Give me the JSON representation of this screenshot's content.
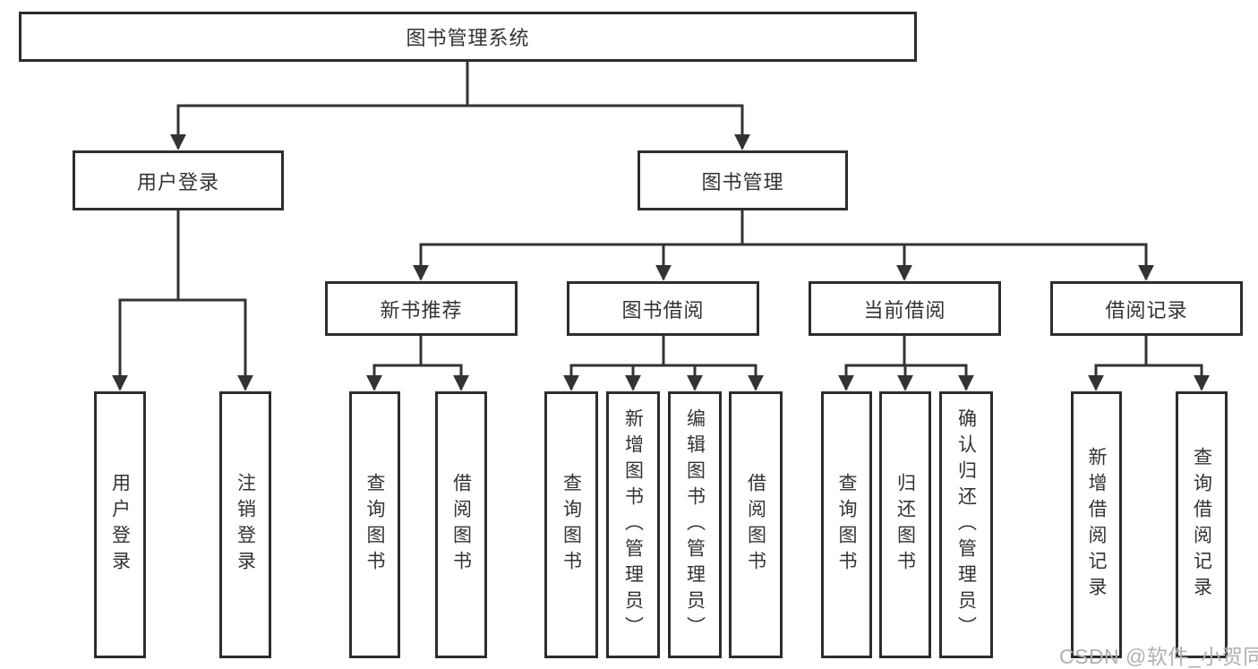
{
  "diagram": {
    "root": {
      "label": "图书管理系统"
    },
    "branches": [
      {
        "label": "用户登录",
        "leaves": [
          {
            "label": "用户登录"
          },
          {
            "label": "注销登录"
          }
        ]
      },
      {
        "label": "图书管理",
        "groups": [
          {
            "label": "新书推荐",
            "leaves": [
              {
                "label": "查询图书"
              },
              {
                "label": "借阅图书"
              }
            ]
          },
          {
            "label": "图书借阅",
            "leaves": [
              {
                "label": "查询图书"
              },
              {
                "label": "新增图书（管理员）"
              },
              {
                "label": "编辑图书（管理员）"
              },
              {
                "label": "借阅图书"
              }
            ]
          },
          {
            "label": "当前借阅",
            "leaves": [
              {
                "label": "查询图书"
              },
              {
                "label": "归还图书"
              },
              {
                "label": "确认归还（管理员）"
              }
            ]
          },
          {
            "label": "借阅记录",
            "leaves": [
              {
                "label": "新增借阅记录"
              },
              {
                "label": "查询借阅记录"
              }
            ]
          }
        ]
      }
    ]
  },
  "watermark": {
    "text": "CSDN @软件_小贺同学"
  },
  "colors": {
    "line": "#333333",
    "border": "#2d2d2d",
    "text": "#333333",
    "background": "#ffffff",
    "watermark": "#b0b0b0"
  }
}
